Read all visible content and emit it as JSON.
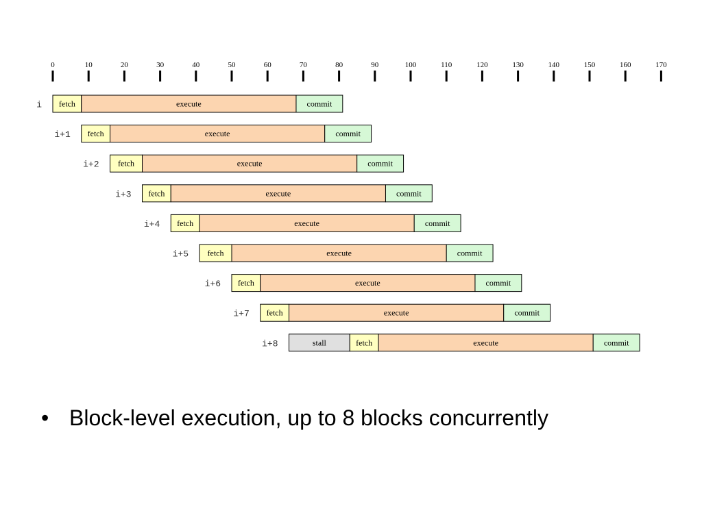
{
  "axis": {
    "ticks": [
      0,
      10,
      20,
      30,
      40,
      50,
      60,
      70,
      80,
      90,
      100,
      110,
      120,
      130,
      140,
      150,
      160,
      170
    ]
  },
  "rows": [
    {
      "label": "i",
      "segments": [
        {
          "phase": "fetch",
          "text": "fetch",
          "start": 0,
          "end": 8
        },
        {
          "phase": "execute",
          "text": "execute",
          "start": 8,
          "end": 68
        },
        {
          "phase": "commit",
          "text": "commit",
          "start": 68,
          "end": 81
        }
      ]
    },
    {
      "label": "i+1",
      "segments": [
        {
          "phase": "fetch",
          "text": "fetch",
          "start": 8,
          "end": 16
        },
        {
          "phase": "execute",
          "text": "execute",
          "start": 16,
          "end": 76
        },
        {
          "phase": "commit",
          "text": "commit",
          "start": 76,
          "end": 89
        }
      ]
    },
    {
      "label": "i+2",
      "segments": [
        {
          "phase": "fetch",
          "text": "fetch",
          "start": 16,
          "end": 25
        },
        {
          "phase": "execute",
          "text": "execute",
          "start": 25,
          "end": 85
        },
        {
          "phase": "commit",
          "text": "commit",
          "start": 85,
          "end": 98
        }
      ]
    },
    {
      "label": "i+3",
      "segments": [
        {
          "phase": "fetch",
          "text": "fetch",
          "start": 25,
          "end": 33
        },
        {
          "phase": "execute",
          "text": "execute",
          "start": 33,
          "end": 93
        },
        {
          "phase": "commit",
          "text": "commit",
          "start": 93,
          "end": 106
        }
      ]
    },
    {
      "label": "i+4",
      "segments": [
        {
          "phase": "fetch",
          "text": "fetch",
          "start": 33,
          "end": 41
        },
        {
          "phase": "execute",
          "text": "execute",
          "start": 41,
          "end": 101
        },
        {
          "phase": "commit",
          "text": "commit",
          "start": 101,
          "end": 114
        }
      ]
    },
    {
      "label": "i+5",
      "segments": [
        {
          "phase": "fetch",
          "text": "fetch",
          "start": 41,
          "end": 50
        },
        {
          "phase": "execute",
          "text": "execute",
          "start": 50,
          "end": 110
        },
        {
          "phase": "commit",
          "text": "commit",
          "start": 110,
          "end": 123
        }
      ]
    },
    {
      "label": "i+6",
      "segments": [
        {
          "phase": "fetch",
          "text": "fetch",
          "start": 50,
          "end": 58
        },
        {
          "phase": "execute",
          "text": "execute",
          "start": 58,
          "end": 118
        },
        {
          "phase": "commit",
          "text": "commit",
          "start": 118,
          "end": 131
        }
      ]
    },
    {
      "label": "i+7",
      "segments": [
        {
          "phase": "fetch",
          "text": "fetch",
          "start": 58,
          "end": 66
        },
        {
          "phase": "execute",
          "text": "execute",
          "start": 66,
          "end": 126
        },
        {
          "phase": "commit",
          "text": "commit",
          "start": 126,
          "end": 139
        }
      ]
    },
    {
      "label": "i+8",
      "segments": [
        {
          "phase": "stall",
          "text": "stall",
          "start": 66,
          "end": 83
        },
        {
          "phase": "fetch",
          "text": "fetch",
          "start": 83,
          "end": 91
        },
        {
          "phase": "execute",
          "text": "execute",
          "start": 91,
          "end": 151
        },
        {
          "phase": "commit",
          "text": "commit",
          "start": 151,
          "end": 164
        }
      ]
    }
  ],
  "colors": {
    "fetch": "#ffffc0",
    "execute": "#fcd5b0",
    "commit": "#d6f8d6",
    "stall": "#e0e0e0",
    "border": "#000000"
  },
  "bullet": {
    "text": "Block-level execution, up to 8 blocks concurrently"
  }
}
